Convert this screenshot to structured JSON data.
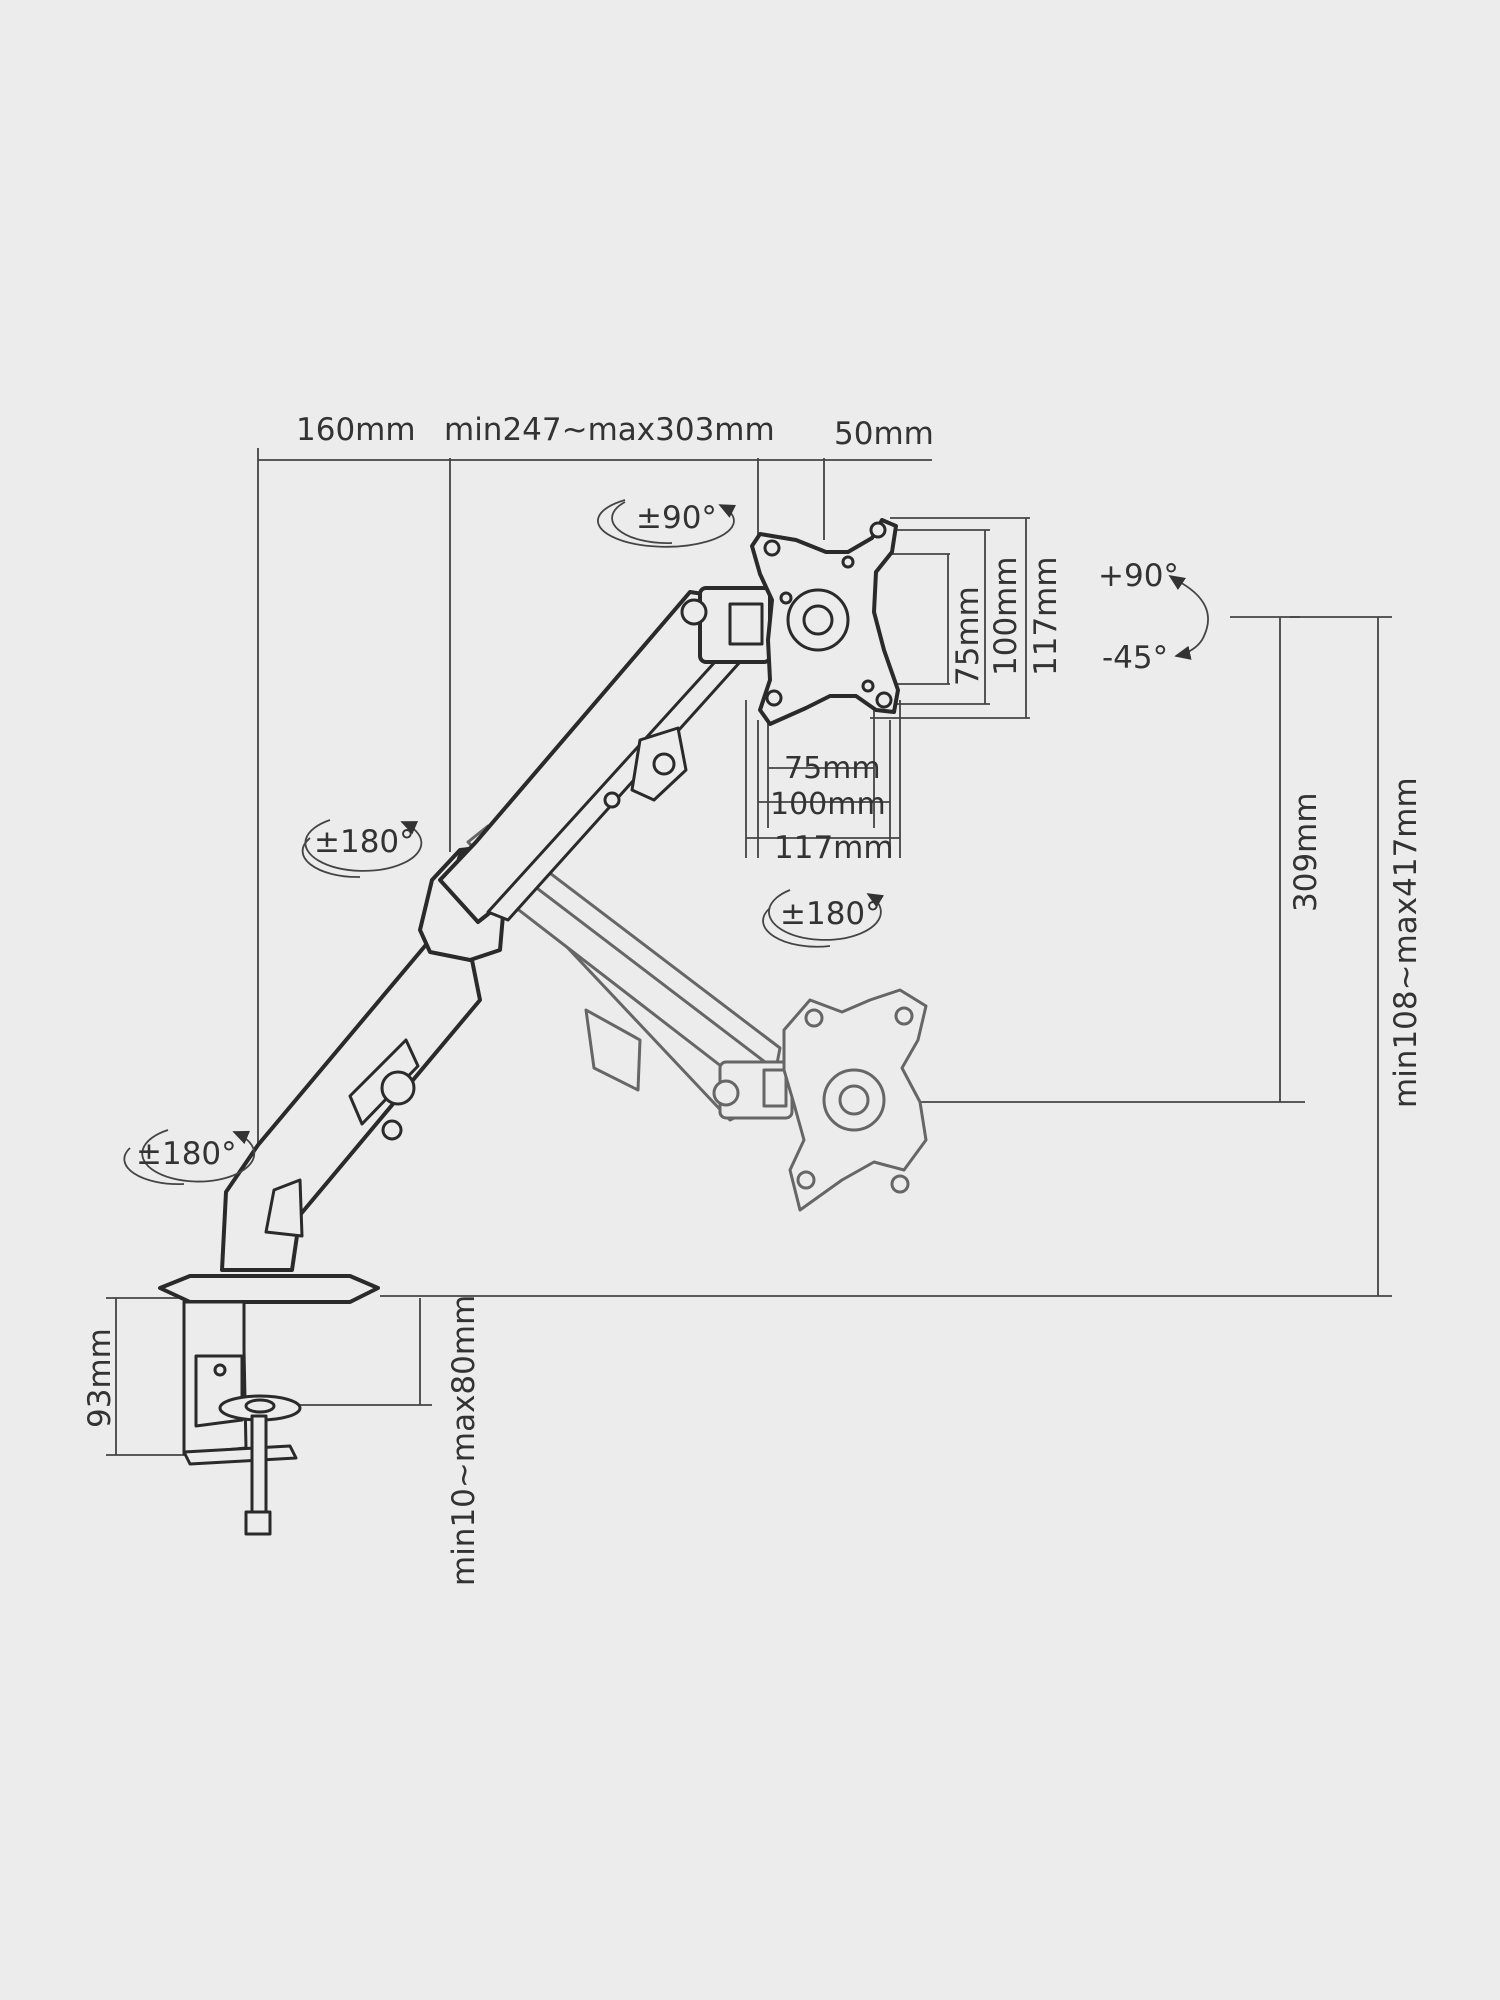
{
  "dimensions": {
    "arm_base_offset": "160mm",
    "arm_reach": "min247~max303mm",
    "head_offset": "50mm",
    "vesa_vertical_75": "75mm",
    "vesa_vertical_100": "100mm",
    "plate_vertical_117": "117mm",
    "vesa_horizontal_75": "75mm",
    "vesa_horizontal_100": "100mm",
    "plate_horizontal_117": "117mm",
    "height_travel": "309mm",
    "total_height": "min108~max417mm",
    "clamp_height": "93mm",
    "desk_thickness": "min10~max80mm"
  },
  "rotations": {
    "head_swivel": "±90°",
    "elbow_swivel": "±180°",
    "base_swivel": "±180°",
    "screen_rotation": "±180°",
    "tilt_up": "+90°",
    "tilt_down": "-45°"
  }
}
